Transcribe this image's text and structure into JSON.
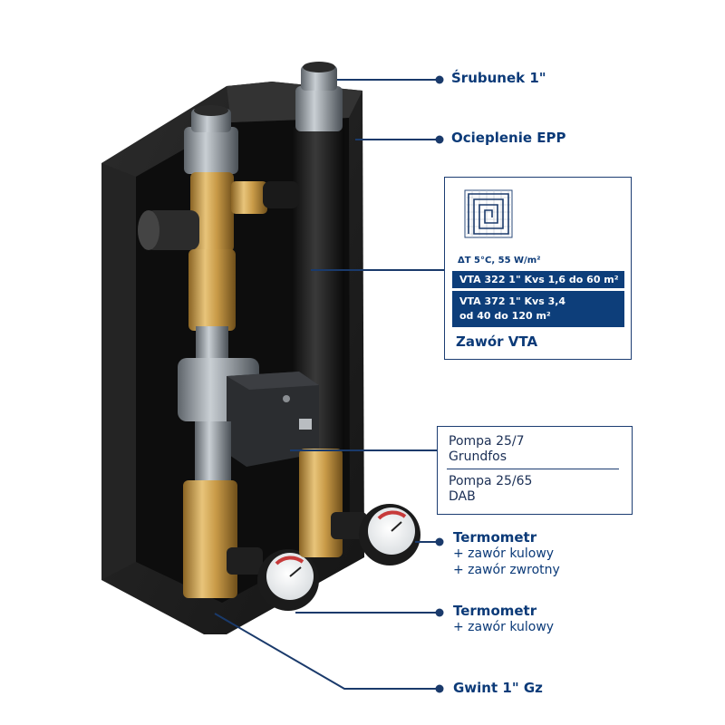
{
  "labels": {
    "srubunek": "Śrubunek 1\"",
    "ocieplenie": "Ocieplenie EPP",
    "termometr1_title": "Termometr",
    "termometr1_line1": "+ zawór kulowy",
    "termometr1_line2": "+ zawór zwrotny",
    "termometr2_title": "Termometr",
    "termometr2_line1": "+ zawór kulowy",
    "gwint": "Gwint 1\" Gz"
  },
  "vta_box": {
    "delta_text": "ΔT 5°C, 55 W/m²",
    "option1": "VTA 322 1\" Kvs 1,6 do 60 m²",
    "option2_line1": "VTA 372 1\" Kvs 3,4",
    "option2_line2": "od 40 do 120 m²",
    "title": "Zawór VTA",
    "icon": "floor-heating-spiral-icon"
  },
  "pump_box": {
    "pump1_line1": "Pompa 25/7",
    "pump1_line2": "Grundfos",
    "pump2_line1": "Pompa 25/65",
    "pump2_line2": "DAB"
  },
  "colors": {
    "accent_blue": "#0d3e7a",
    "text_blue": "#0b3a78",
    "insulation": "#1e1e1e",
    "brass": "#c9a15a"
  }
}
